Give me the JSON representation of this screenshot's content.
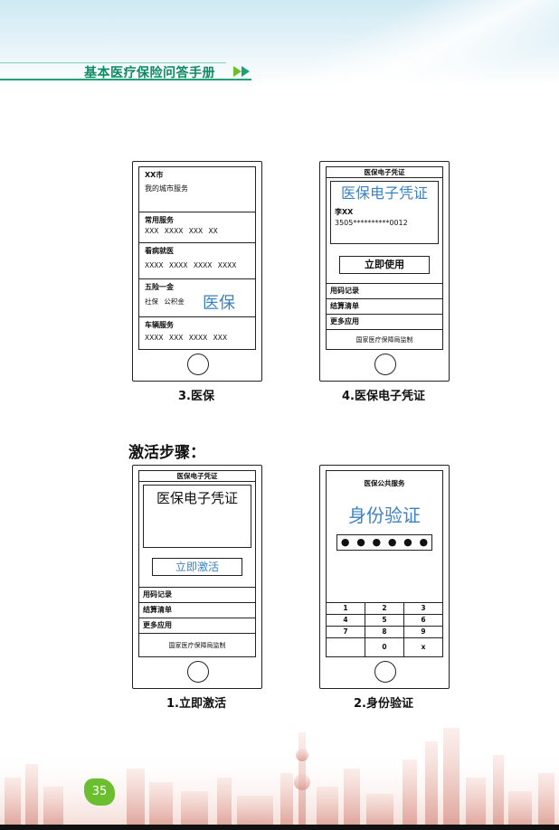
{
  "header": {
    "title": "基本医疗保险问答手册"
  },
  "phone3": {
    "city": "XX市",
    "city_service": "我的城市服务",
    "common_label": "常用服务",
    "common_row": "XXX  XXXX  XXX  XX",
    "medical_label": "看病就医",
    "medical_row": "XXXX XXXX XXXX XXXX",
    "insurance_label": "五险一金",
    "insurance_row": "社保 公积金",
    "highlight": "医保",
    "vehicle_label": "车辆服务",
    "vehicle_row": "XXXX XXX XXXX XXX",
    "caption": "3.医保"
  },
  "phone4": {
    "screen_title": "医保电子凭证",
    "big_title": "医保电子凭证",
    "name": "李XX",
    "id": "3505**********0012",
    "button": "立即使用",
    "menu": [
      "用码记录",
      "结算清单",
      "更多应用"
    ],
    "footer": "国家医疗保障局监制",
    "caption": "4.医保电子凭证"
  },
  "section_heading": "激活步骤：",
  "phone1": {
    "screen_title": "医保电子凭证",
    "big_title": "医保电子凭证",
    "button": "立即激活",
    "menu": [
      "用码记录",
      "结算清单",
      "更多应用"
    ],
    "footer": "国家医疗保障局监制",
    "caption": "1.立即激活"
  },
  "phone2": {
    "screen_title": "医保公共服务",
    "big_title": "身份验证",
    "keypad": [
      [
        "1",
        "2",
        "3"
      ],
      [
        "4",
        "5",
        "6"
      ],
      [
        "7",
        "8",
        "9"
      ],
      [
        "",
        "0",
        "x"
      ]
    ],
    "caption": "2.身份验证"
  },
  "page_number": "35",
  "colors": {
    "accent_green": "#1aa37a",
    "badge_green": "#6bbf2f",
    "highlight_blue": "#3b82c4"
  }
}
